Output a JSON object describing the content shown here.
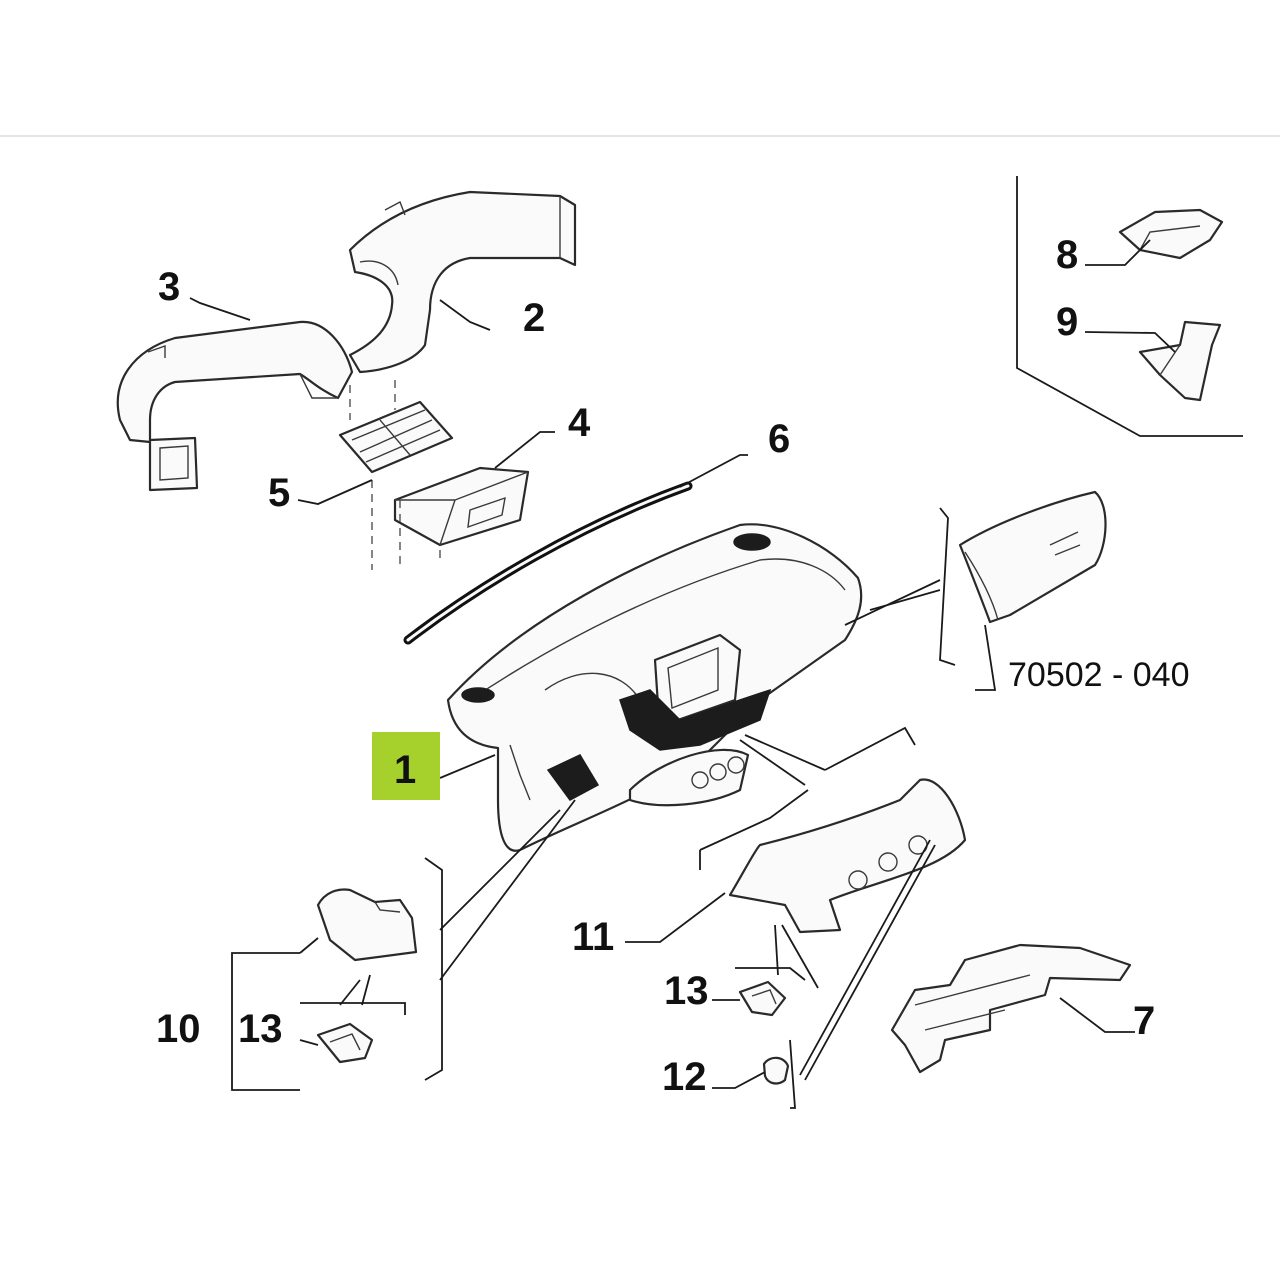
{
  "diagram": {
    "highlight_color": "#a6d12d",
    "callouts": {
      "c1": "1",
      "c2": "2",
      "c3": "3",
      "c4": "4",
      "c5": "5",
      "c6": "6",
      "c7": "7",
      "c8": "8",
      "c9": "9",
      "c10": "10",
      "c11": "11",
      "c12": "12",
      "c13a": "13",
      "c13b": "13"
    },
    "reference_code": "70502 - 040"
  }
}
